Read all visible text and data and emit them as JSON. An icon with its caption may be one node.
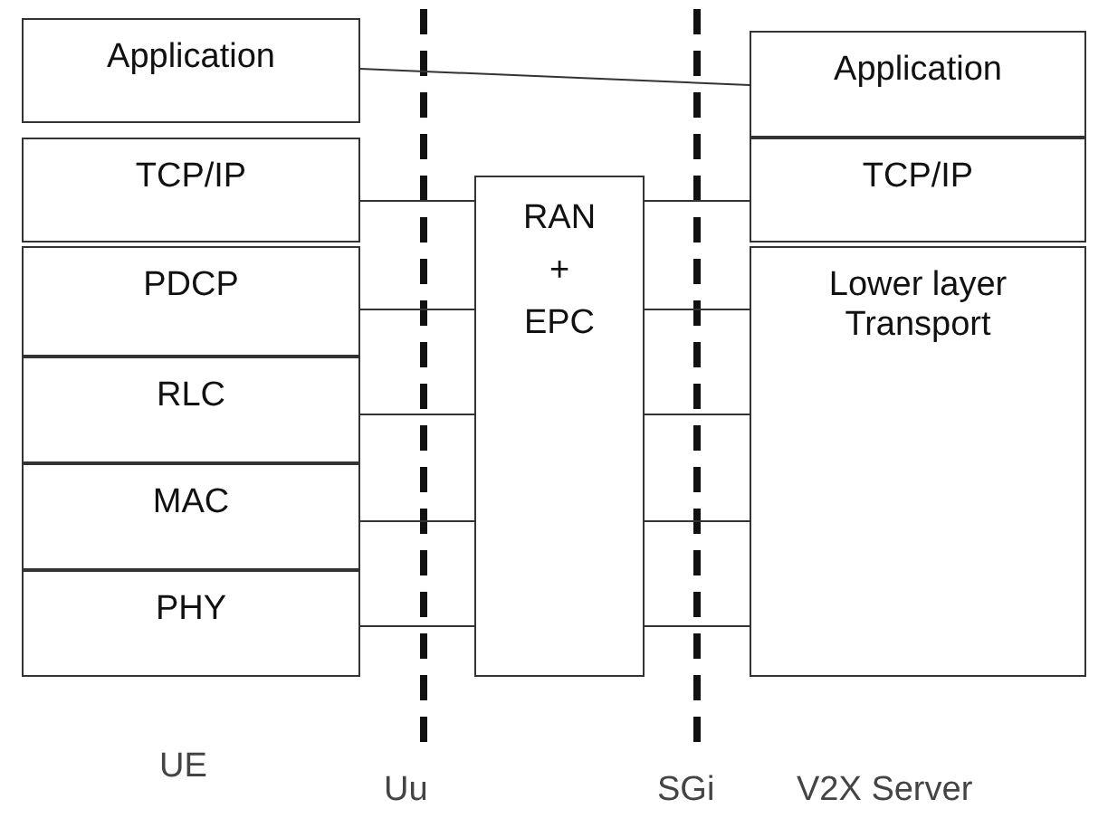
{
  "diagram": {
    "nodes": [
      {
        "text": [
          "Application"
        ]
      },
      {
        "text": [
          "TCP/IP"
        ]
      },
      {
        "text": [
          "PDCP"
        ]
      },
      {
        "text": [
          "RLC"
        ]
      },
      {
        "text": [
          "MAC"
        ]
      },
      {
        "text": [
          "PHY"
        ]
      },
      {
        "text": [
          "RAN + EPC"
        ]
      },
      {
        "text": [
          "Application"
        ]
      },
      {
        "text": [
          "TCP/IP"
        ]
      },
      {
        "text": [
          "Lower layer Transport"
        ]
      }
    ],
    "edges": [
      {
        "from": 0,
        "to": 7,
        "arrow": "none"
      },
      {
        "from": 1,
        "to": 6,
        "arrow": "none"
      },
      {
        "from": 6,
        "to": 8,
        "arrow": "none"
      },
      {
        "from": 2,
        "to": 6,
        "arrow": "none"
      },
      {
        "from": 6,
        "to": 9,
        "arrow": "none"
      },
      {
        "from": 3,
        "to": 6,
        "arrow": "none"
      },
      {
        "from": 6,
        "to": 9,
        "arrow": "none"
      },
      {
        "from": 4,
        "to": 6,
        "arrow": "none"
      },
      {
        "from": 6,
        "to": 9,
        "arrow": "none"
      },
      {
        "from": 5,
        "to": 6,
        "arrow": "none"
      },
      {
        "from": 6,
        "to": 9,
        "arrow": "none"
      }
    ],
    "labels": [
      "UE",
      "Uu",
      "SGi",
      "V2X Server"
    ]
  }
}
